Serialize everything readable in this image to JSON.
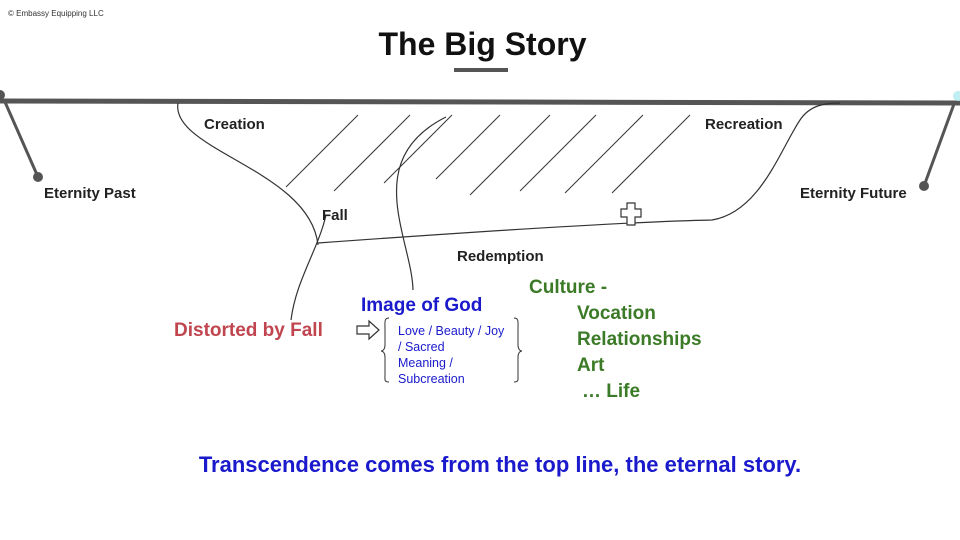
{
  "copyright": "© Embassy Equipping LLC",
  "title": "The Big Story",
  "labels": {
    "creation": "Creation",
    "recreation": "Recreation",
    "eternity_past": "Eternity Past",
    "eternity_future": "Eternity Future",
    "fall": "Fall",
    "redemption": "Redemption"
  },
  "distorted": "Distorted by Fall",
  "image_of_god": {
    "heading": "Image of God",
    "items": [
      "Love / Beauty / Joy",
      "/ Sacred",
      "Meaning /",
      "Subcreation"
    ]
  },
  "culture": {
    "heading": "Culture -",
    "items": [
      "Vocation",
      "Relationships",
      "Art",
      "… Life"
    ]
  },
  "bottom_text": "Transcendence comes from the top line, the eternal story.",
  "colors": {
    "line": "#555555",
    "red": "#c0454f",
    "blue": "#1a1acc",
    "green": "#3b7a26"
  },
  "icons": [
    "cross-icon",
    "arrow-right-icon"
  ]
}
